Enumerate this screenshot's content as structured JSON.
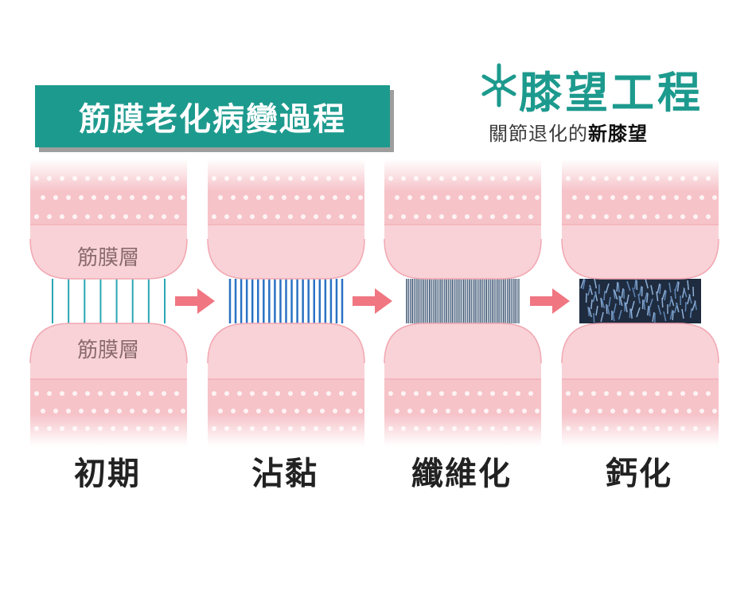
{
  "title": "筋膜老化病變過程",
  "logo": {
    "name": "膝望工程",
    "subtitle_prefix": "關節退化的",
    "subtitle_bold": "新膝望"
  },
  "layer_labels": {
    "upper": "筋膜層",
    "lower": "筋膜層"
  },
  "stages": [
    {
      "label": "初期",
      "fiber_style": "sparse",
      "fiber_color": "#2aa6b5"
    },
    {
      "label": "沾黏",
      "fiber_style": "dense",
      "fiber_color": "#2b72c4"
    },
    {
      "label": "纖維化",
      "fiber_style": "very-dense",
      "fiber_color": "#4d6480"
    },
    {
      "label": "鈣化",
      "fiber_style": "calcified",
      "fiber_color": "#1c2c44"
    }
  ],
  "colors": {
    "brand_teal": "#1d9a8e",
    "pink_light": "#f8d2d7",
    "pink_band": "#f6c3c9",
    "pink_edge": "#ef8e9b",
    "arrow": "#f07682",
    "calcified_bg": "#1f2c40"
  }
}
